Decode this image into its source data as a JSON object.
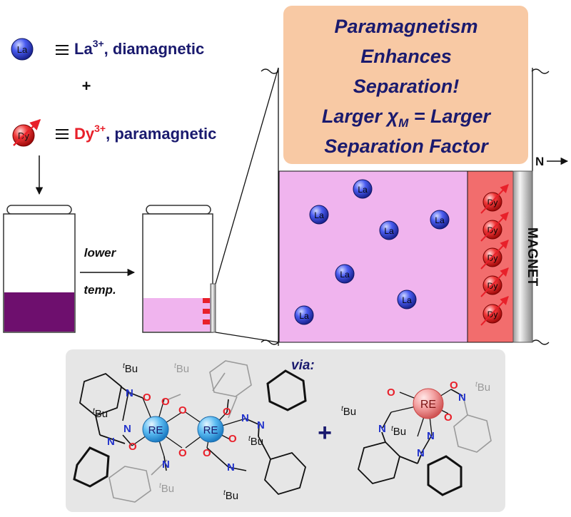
{
  "legend": {
    "la": {
      "symbol": "La",
      "label_text": "La",
      "charge": "3+",
      "desc": ", diamagnetic"
    },
    "plus": "+",
    "dy": {
      "symbol": "Dy",
      "label_text": "Dy",
      "charge": "3+",
      "desc": ", paramagnetic"
    }
  },
  "process": {
    "step_line1": "lower",
    "step_line2": "temp."
  },
  "callout": {
    "line1": "Paramagnetism",
    "line2": "Enhances",
    "line3": "Separation!",
    "line4_pre": "Larger ",
    "line4_chi": "χ",
    "line4_sub": "M",
    "line4_post": " = Larger",
    "line5": "Separation Factor"
  },
  "magnet": {
    "label": "MAGNET",
    "pole": "N"
  },
  "particles": {
    "la_label": "La",
    "dy_label": "Dy"
  },
  "via": {
    "label": "via:",
    "plus": "+",
    "metal": "RE",
    "tbu_t": "t",
    "tbu_bu": "Bu",
    "n": "N",
    "o": "O"
  },
  "colors": {
    "la_blue": "#2b3fd8",
    "dy_red": "#e8202a",
    "purple_solution": "#6e0f6e",
    "pink_solution": "#f0b4ee",
    "callout_bg": "#f8c9a4",
    "magnet_zone": "#f26d6d",
    "via_panel": "#e6e6e6",
    "re_metal": "#58b8f0",
    "re_metal_2": "#f08a8a"
  }
}
